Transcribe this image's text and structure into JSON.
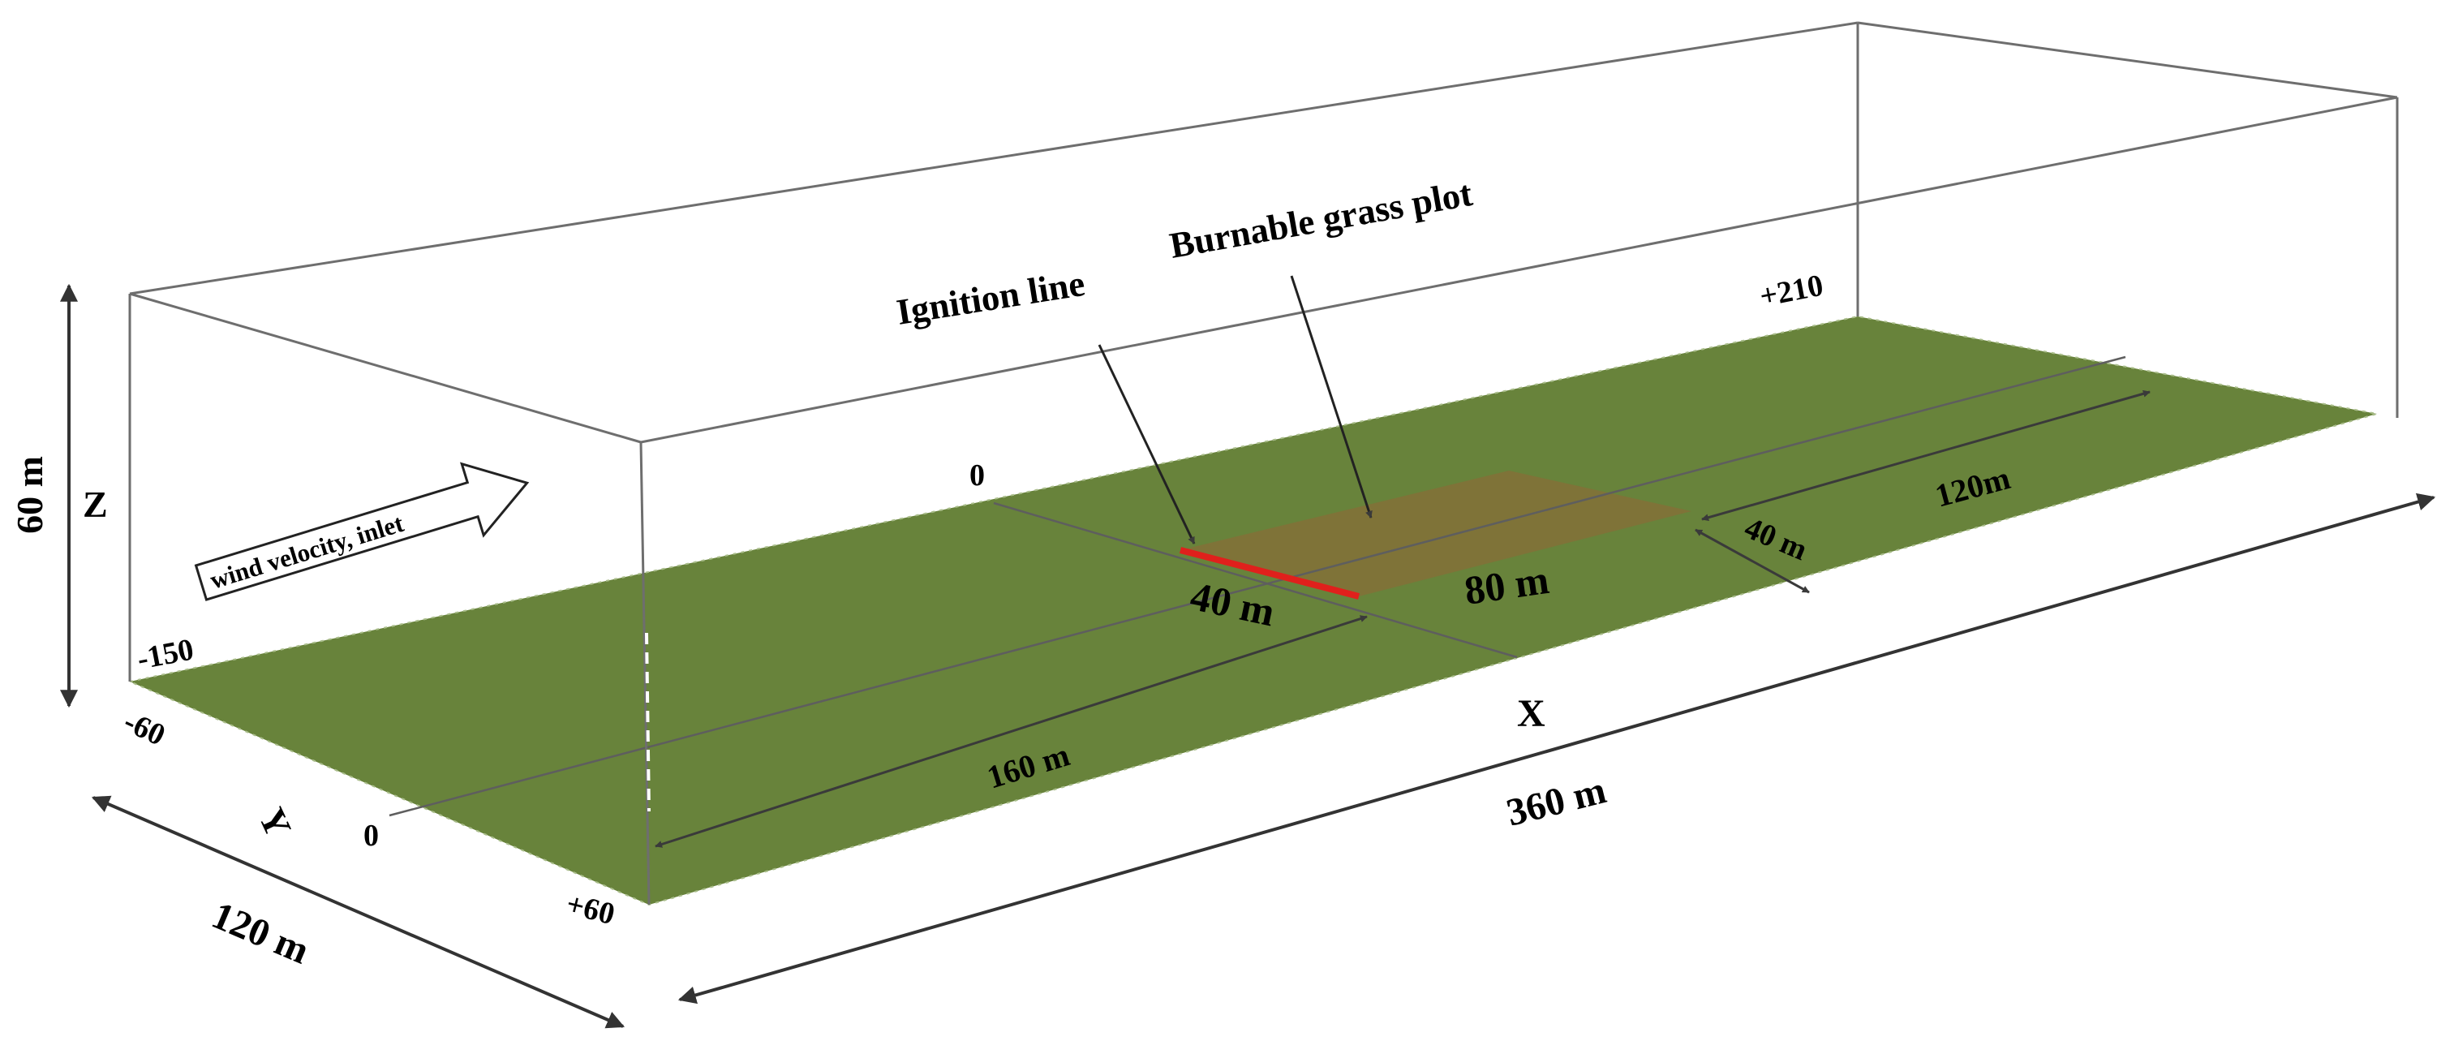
{
  "labels": {
    "ignition_line": "Ignition line",
    "burnable_grass_plot": "Burnable grass plot",
    "wind": "wind velocity, inlet",
    "z_axis": "Z",
    "x_axis": "X",
    "y_axis": "Y",
    "height": "60 m",
    "domain_length": "360 m",
    "domain_width": "120 m",
    "upstream_distance": "160 m",
    "downstream_distance": "120m",
    "plot_depth_front": "40 m",
    "plot_depth_side": "40 m",
    "plot_length": "80 m"
  },
  "ticks": {
    "x_start": "-150",
    "x_end": "+210",
    "x_zero": "0",
    "y_left": "-60",
    "y_zero": "0",
    "y_right": "+60"
  },
  "colors": {
    "ground": "#68833b",
    "grass_plot": "#7f7338",
    "ignition": "#e0201c",
    "box_edge": "#6e6e6e"
  }
}
